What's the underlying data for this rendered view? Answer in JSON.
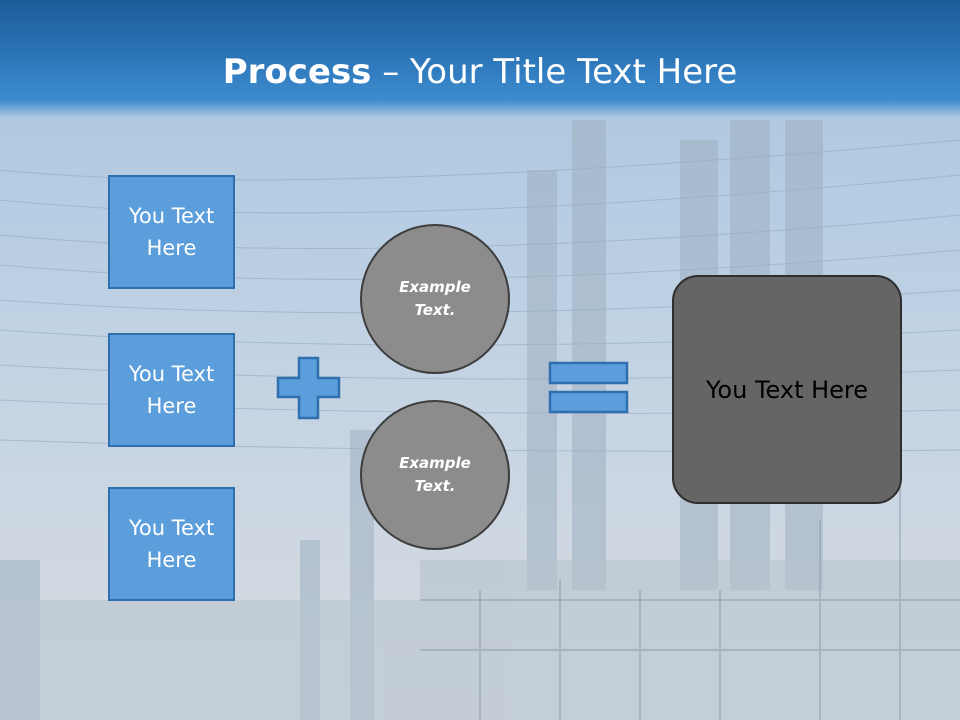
{
  "slide": {
    "title_bold": "Process",
    "title_rest": " – Your Title Text Here"
  },
  "left_boxes": [
    {
      "label": "You Text Here"
    },
    {
      "label": "You Text Here"
    },
    {
      "label": "You Text Here"
    }
  ],
  "circles": [
    {
      "label": "Example Text."
    },
    {
      "label": "Example Text."
    }
  ],
  "result": {
    "label": "You Text Here"
  },
  "colors": {
    "header": "#2a73b6",
    "box_fill": "#5b9edb",
    "box_border": "#2f6fae",
    "circle_fill": "#8c8c8c",
    "result_fill": "#656565"
  }
}
